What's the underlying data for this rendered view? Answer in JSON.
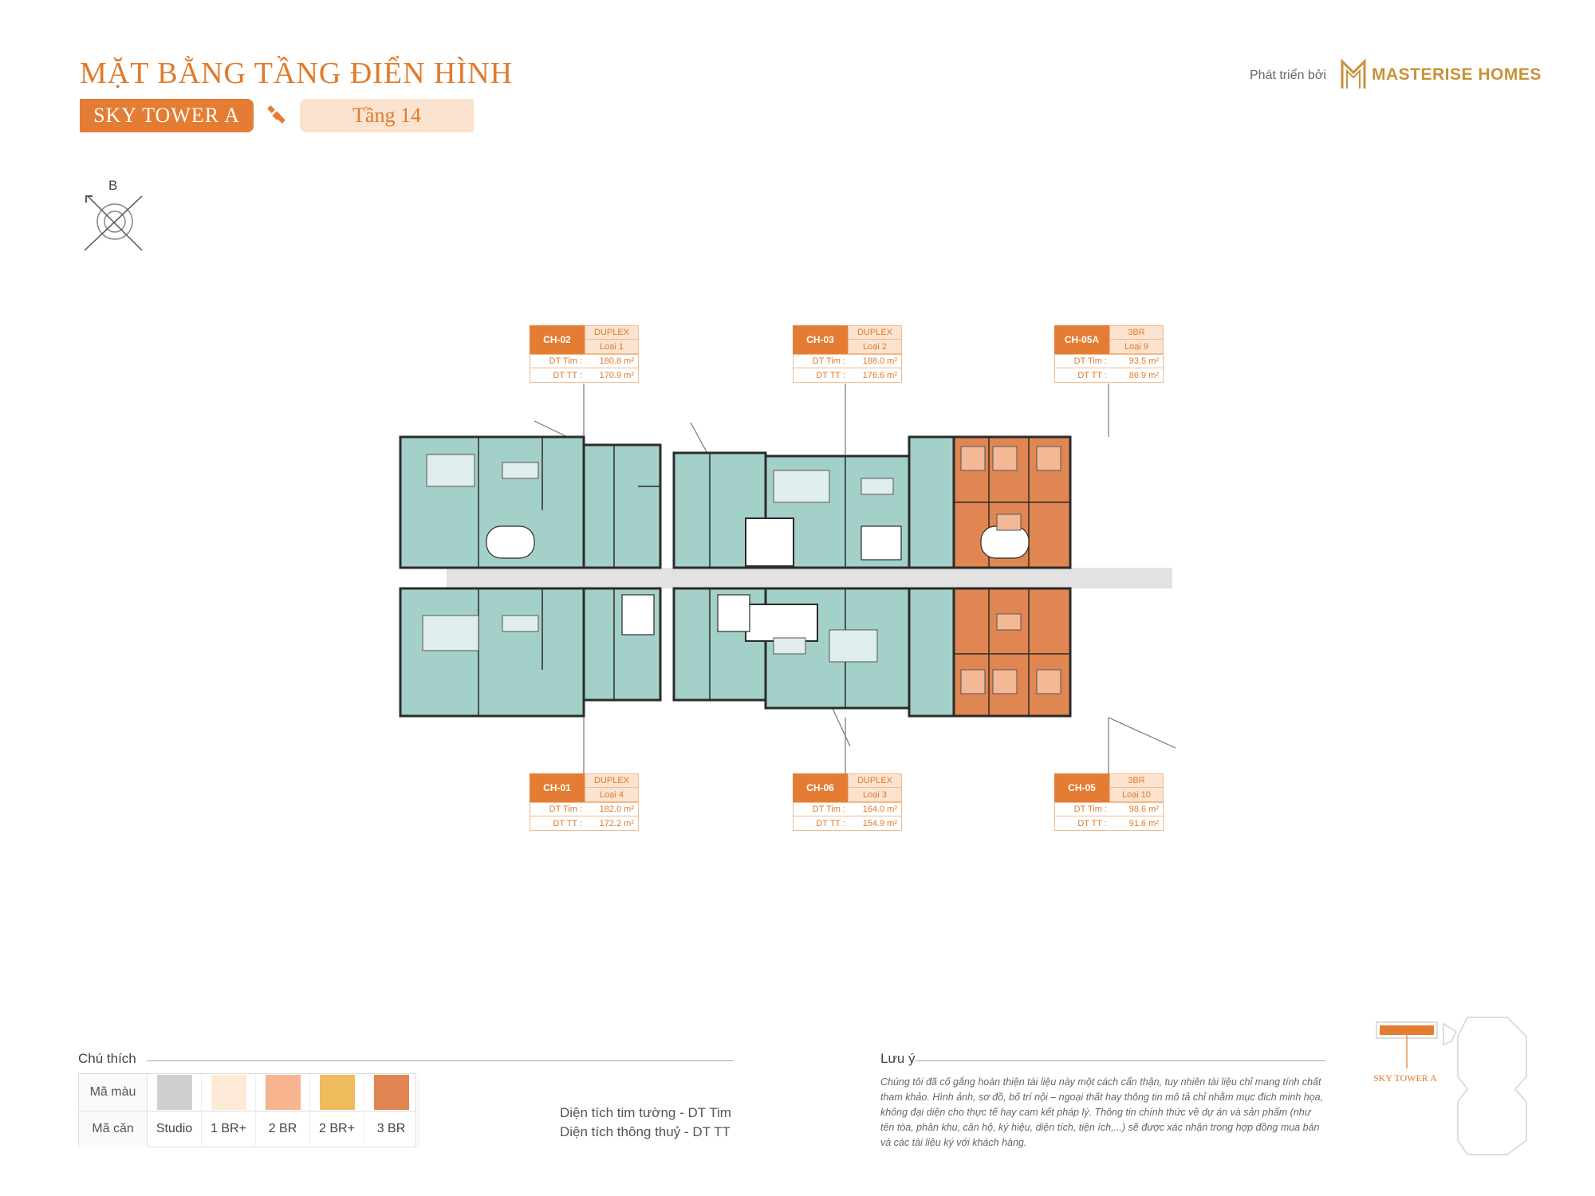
{
  "header": {
    "title": "MẶT BẰNG TẦNG ĐIỂN HÌNH",
    "tower": "SKY TOWER A",
    "floor": "Tầng 14",
    "developer_label": "Phát triển bởi",
    "developer_brand": "MASTERISE HOMES"
  },
  "compass": {
    "label": "B"
  },
  "units": [
    {
      "code": "CH-02",
      "type": "DUPLEX",
      "loai": "Loại 1",
      "dt_tim_label": "DT Tim :",
      "dt_tim": "180.8 m²",
      "dt_tt_label": "DT TT :",
      "dt_tt": "170.9 m²"
    },
    {
      "code": "CH-03",
      "type": "DUPLEX",
      "loai": "Loại 2",
      "dt_tim_label": "DT Tim :",
      "dt_tim": "188.0 m²",
      "dt_tt_label": "DT TT :",
      "dt_tt": "176.6 m²"
    },
    {
      "code": "CH-05A",
      "type": "3BR",
      "loai": "Loại 9",
      "dt_tim_label": "DT Tim :",
      "dt_tim": "93.5 m²",
      "dt_tt_label": "DT TT :",
      "dt_tt": "86.9 m²"
    },
    {
      "code": "CH-01",
      "type": "DUPLEX",
      "loai": "Loại 4",
      "dt_tim_label": "DT Tim :",
      "dt_tim": "182.0 m²",
      "dt_tt_label": "DT TT :",
      "dt_tt": "172.2 m²"
    },
    {
      "code": "CH-06",
      "type": "DUPLEX",
      "loai": "Loại 3",
      "dt_tim_label": "DT Tim :",
      "dt_tim": "164.0 m²",
      "dt_tt_label": "DT TT :",
      "dt_tt": "154.9 m²"
    },
    {
      "code": "CH-05",
      "type": "3BR",
      "loai": "Loại 10",
      "dt_tim_label": "DT Tim :",
      "dt_tim": "98.6 m²",
      "dt_tt_label": "DT TT :",
      "dt_tt": "91.6 m²"
    }
  ],
  "legend": {
    "title": "Chú thích",
    "row_color_label": "Mã màu",
    "row_type_label": "Mã căn",
    "items": [
      {
        "name": "Studio",
        "color": "#cfcfcf"
      },
      {
        "name": "1 BR+",
        "color": "#fdebd8"
      },
      {
        "name": "2 BR",
        "color": "#f7b48e"
      },
      {
        "name": "2 BR+",
        "color": "#eebb5d"
      },
      {
        "name": "3 BR",
        "color": "#e08652"
      }
    ],
    "abbr_tim": "Diện tích tim tường - DT Tim",
    "abbr_tt": "Diện tích thông thuỷ - DT TT"
  },
  "notes": {
    "title": "Lưu ý",
    "text": "Chúng tôi đã cố gắng hoàn thiện tài liệu này một cách cẩn thận, tuy nhiên tài liệu chỉ mang tính chất tham khảo. Hình ảnh, sơ đồ, bố trí nội – ngoại thất hay thông tin mô tả chỉ nhằm mục đích minh họa, không đại diện cho thực tế hay cam kết pháp lý. Thông tin chính thức về dự án và sản phẩm (như tên tòa, phân khu, căn hộ, ký hiệu, diện tích, tiện ích,...) sẽ được xác nhận trong hợp đồng mua bán và các tài liệu ký với khách hàng."
  },
  "keyplan": {
    "label": "SKY TOWER A"
  },
  "colors": {
    "accent": "#e47d33",
    "duplex": "#a3d0c8",
    "three_br": "#e08652",
    "corridor": "#e2e2e2"
  }
}
